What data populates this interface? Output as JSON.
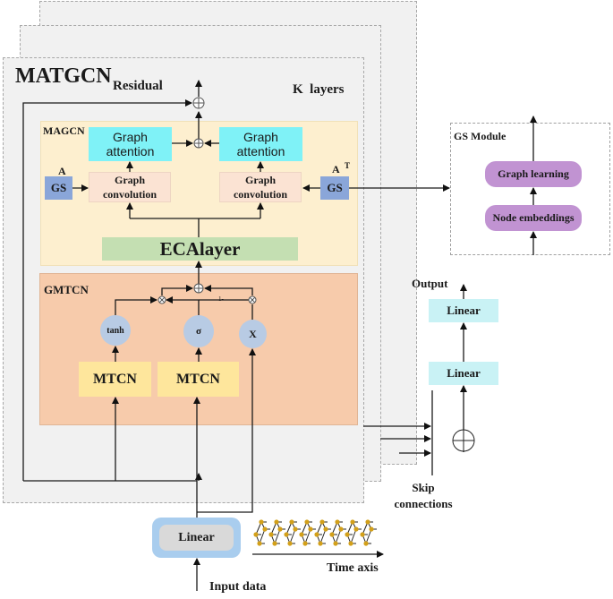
{
  "diagram": {
    "title": "MATGCN",
    "residual_label": "Residual",
    "k_layers_label": "K  layers",
    "magcn": {
      "label": "MAGCN",
      "graph_attention_left": "Graph attention",
      "graph_attention_right": "Graph attention",
      "graph_conv_left": "Graph convolution",
      "graph_conv_right": "Graph convolution",
      "gs_left": "GS",
      "gs_right": "GS",
      "adj_left": "A",
      "adj_right": "A",
      "adj_right_sup": "T",
      "eca_layer": "ECAlayer"
    },
    "gmtcn": {
      "label": "GMTCN",
      "tanh": "tanh",
      "sigma": "σ",
      "x": "X",
      "mtcn_left": "MTCN",
      "mtcn_right": "MTCN",
      "one_minus": "1-"
    },
    "gs_module": {
      "label": "GS Module",
      "graph_learning": "Graph learning",
      "node_embeddings": "Node embeddings"
    },
    "output_path": {
      "output_label": "Output",
      "linear_top": "Linear",
      "linear_bottom": "Linear",
      "skip_label_1": "Skip",
      "skip_label_2": "connections"
    },
    "input": {
      "linear": "Linear",
      "input_label": "Input data",
      "time_axis_label": "Time axis"
    },
    "colors": {
      "layer_bg": "#f1f1f1",
      "magcn_bg": "#fdefcf",
      "gmtcn_bg": "#f7cbab",
      "attention": "#7ff2f7",
      "graph_conv": "#fbe3d3",
      "gs_box": "#8aa6d9",
      "eca": "#c4dfb2",
      "gate_circle": "#b8cbe4",
      "mtcn": "#fee69c",
      "gs_pill": "#c193d2",
      "linear_out": "#c9f2f5",
      "input_linear_outer": "#a9cdee",
      "input_linear_inner": "#d9d9d9",
      "node": "#d3a019"
    }
  }
}
